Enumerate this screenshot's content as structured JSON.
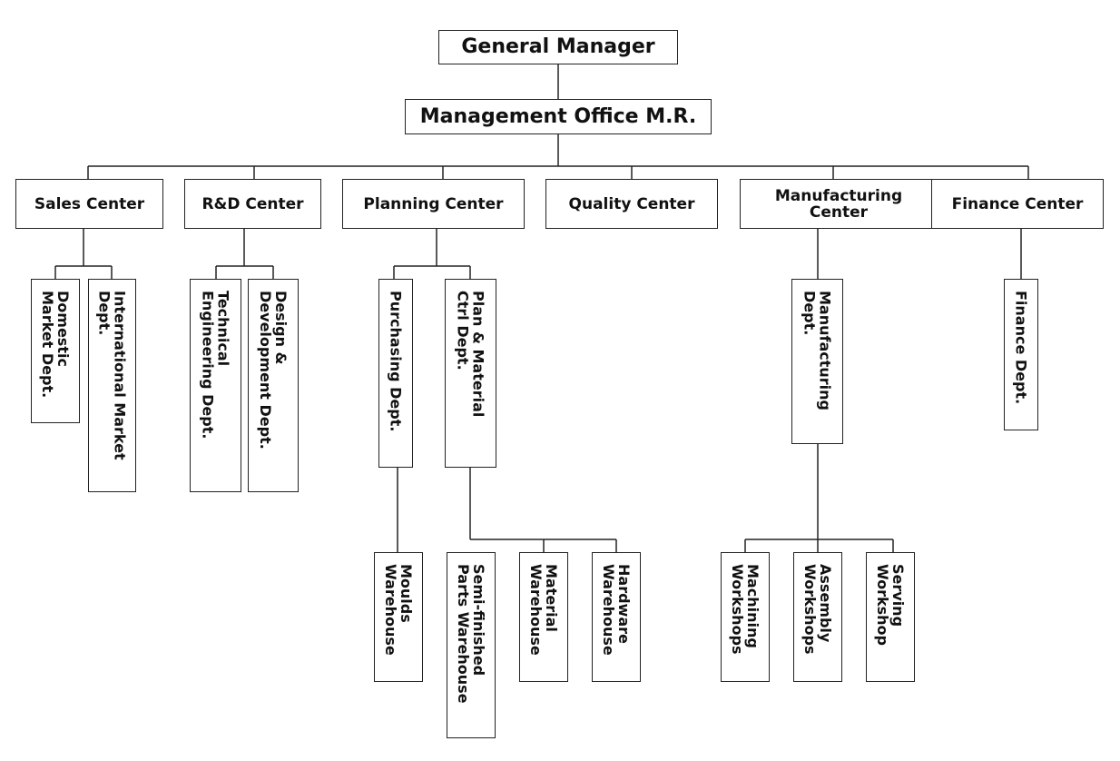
{
  "chart": {
    "general_manager": "General Manager",
    "management_office": "Management Office M.R.",
    "centers": {
      "sales": "Sales Center",
      "rnd": "R&D Center",
      "planning": "Planning Center",
      "quality": "Quality Center",
      "manufacturing": "Manufacturing\nCenter",
      "finance": "Finance Center"
    },
    "departments": {
      "domestic_market": "Domestic\nMarket Dept.",
      "international_market": "International Market\nDept.",
      "technical_engineering": "Technical\nEngineering Dept.",
      "design_development": "Design &\nDevelopment Dept.",
      "purchasing": "Purchasing Dept.",
      "plan_material_ctrl": "Plan & Material\nCtrl Dept.",
      "manufacturing": "Manufacturing\nDept.",
      "finance": "Finance Dept."
    },
    "units": {
      "moulds_warehouse": "Moulds\nWarehouse",
      "semi_finished_warehouse": "Semi-finished\nParts Warehouse",
      "material_warehouse": "Material\nWarehouse",
      "hardware_warehouse": "Hardware\nWarehouse",
      "machining_workshops": "Machining\nWorkshops",
      "assembly_workshops": "Assembly\nWorkshops",
      "serving_workshop": "Serving\nWorkshop"
    }
  }
}
